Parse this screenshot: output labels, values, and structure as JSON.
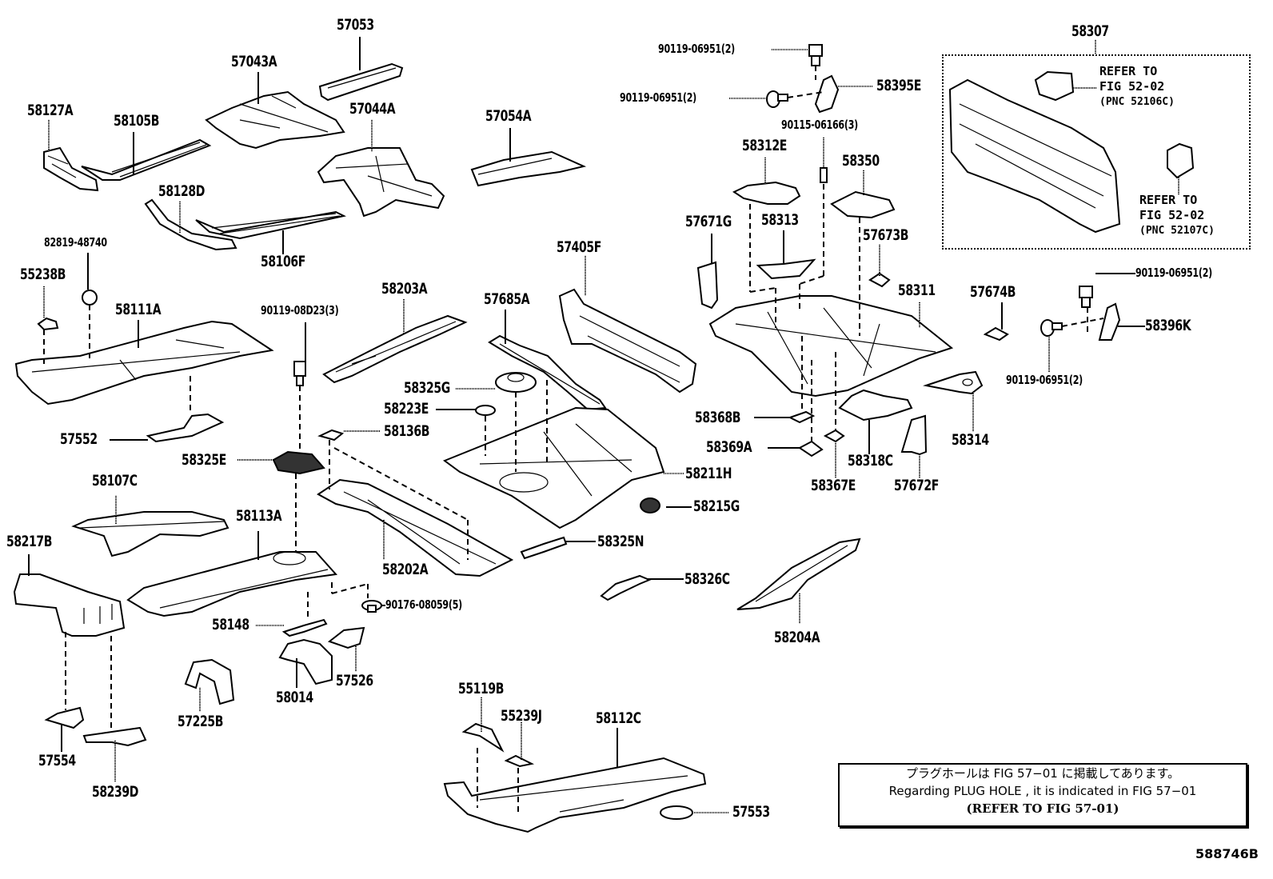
{
  "diagram": {
    "figure_id": "588746B",
    "group_label": "58307",
    "parts": [
      {
        "key": "p57053",
        "label": "57053"
      },
      {
        "key": "p57043A",
        "label": "57043A"
      },
      {
        "key": "p58127A",
        "label": "58127A"
      },
      {
        "key": "p58105B",
        "label": "58105B"
      },
      {
        "key": "p57044A",
        "label": "57044A"
      },
      {
        "key": "p57054A",
        "label": "57054A"
      },
      {
        "key": "p58128D",
        "label": "58128D"
      },
      {
        "key": "p58106F",
        "label": "58106F"
      },
      {
        "key": "p82819_48740",
        "label": "82819-48740"
      },
      {
        "key": "p55238B",
        "label": "55238B"
      },
      {
        "key": "p58111A",
        "label": "58111A"
      },
      {
        "key": "p57552",
        "label": "57552"
      },
      {
        "key": "p90119_08D23",
        "label": "90119-08D23(3)"
      },
      {
        "key": "p58203A",
        "label": "58203A"
      },
      {
        "key": "p57685A",
        "label": "57685A"
      },
      {
        "key": "p57405F",
        "label": "57405F"
      },
      {
        "key": "p58325G",
        "label": "58325G"
      },
      {
        "key": "p58223E",
        "label": "58223E"
      },
      {
        "key": "p58136B",
        "label": "58136B"
      },
      {
        "key": "p58325E",
        "label": "58325E"
      },
      {
        "key": "p58211H",
        "label": "58211H"
      },
      {
        "key": "p58107C",
        "label": "58107C"
      },
      {
        "key": "p58113A",
        "label": "58113A"
      },
      {
        "key": "p58217B",
        "label": "58217B"
      },
      {
        "key": "p58202A",
        "label": "58202A"
      },
      {
        "key": "p58215G",
        "label": "58215G"
      },
      {
        "key": "p58325N",
        "label": "58325N"
      },
      {
        "key": "p58326C",
        "label": "58326C"
      },
      {
        "key": "p58204A",
        "label": "58204A"
      },
      {
        "key": "p90176_08059",
        "label": "90176-08059(5)"
      },
      {
        "key": "p58148",
        "label": "58148"
      },
      {
        "key": "p57526",
        "label": "57526"
      },
      {
        "key": "p58014",
        "label": "58014"
      },
      {
        "key": "p57225B",
        "label": "57225B"
      },
      {
        "key": "p57554",
        "label": "57554"
      },
      {
        "key": "p58239D",
        "label": "58239D"
      },
      {
        "key": "p55119B",
        "label": "55119B"
      },
      {
        "key": "p55239J",
        "label": "55239J"
      },
      {
        "key": "p58112C",
        "label": "58112C"
      },
      {
        "key": "p57553",
        "label": "57553"
      },
      {
        "key": "p90119_06951_a",
        "label": "90119-06951(2)"
      },
      {
        "key": "p90119_06951_b",
        "label": "90119-06951(2)"
      },
      {
        "key": "p58395E",
        "label": "58395E"
      },
      {
        "key": "p90115_06166",
        "label": "90115-06166(3)"
      },
      {
        "key": "p58312E",
        "label": "58312E"
      },
      {
        "key": "p58350",
        "label": "58350"
      },
      {
        "key": "p57671G",
        "label": "57671G"
      },
      {
        "key": "p58313",
        "label": "58313"
      },
      {
        "key": "p57673B",
        "label": "57673B"
      },
      {
        "key": "p58311",
        "label": "58311"
      },
      {
        "key": "p57674B",
        "label": "57674B"
      },
      {
        "key": "p90119_06951_c",
        "label": "90119-06951(2)"
      },
      {
        "key": "p58396K",
        "label": "58396K"
      },
      {
        "key": "p90119_06951_d",
        "label": "90119-06951(2)"
      },
      {
        "key": "p58314",
        "label": "58314"
      },
      {
        "key": "p58368B",
        "label": "58368B"
      },
      {
        "key": "p58369A",
        "label": "58369A"
      },
      {
        "key": "p58318C",
        "label": "58318C"
      },
      {
        "key": "p58367E",
        "label": "58367E"
      },
      {
        "key": "p57672F",
        "label": "57672F"
      }
    ],
    "references": [
      {
        "lines": [
          "REFER TO",
          "FIG 52-02",
          "(PNC 52106C)"
        ]
      },
      {
        "lines": [
          "REFER TO",
          "FIG 52-02",
          "(PNC 52107C)"
        ]
      }
    ],
    "note": {
      "line_ja": "プラグホールは FIG 57−01 に掲載してあります。",
      "line_en": "Regarding  PLUG  HOLE , it is indicated in FIG  57−01",
      "line_ref": "(REFER  TO  FIG  57-01)"
    }
  }
}
